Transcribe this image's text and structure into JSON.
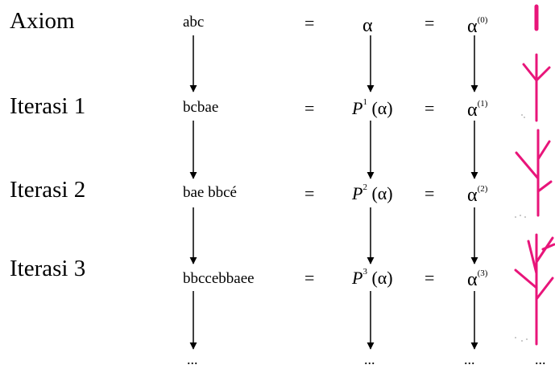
{
  "rows": [
    {
      "label": "Axiom",
      "string": "abc",
      "production": "",
      "alpha": "α",
      "alpha_exp": "(0)"
    },
    {
      "label": "Iterasi 1",
      "string": "bcbae",
      "production": "P",
      "p_exp": "1",
      "p_arg": "(α)",
      "alpha": "α",
      "alpha_exp": "(1)"
    },
    {
      "label": "Iterasi 2",
      "string": "bae bbcé",
      "production": "P",
      "p_exp": "2",
      "p_arg": "(α)",
      "alpha": "α",
      "alpha_exp": "(2)"
    },
    {
      "label": "Iterasi 3",
      "string": "bbccebbaee",
      "production": "P",
      "p_exp": "3",
      "p_arg": "(α)",
      "alpha": "α",
      "alpha_exp": "(3)"
    }
  ],
  "axiom_middle": "α",
  "equals": "=",
  "ellipsis": "...",
  "colors": {
    "tree": "#e8157a",
    "text": "#000000"
  }
}
